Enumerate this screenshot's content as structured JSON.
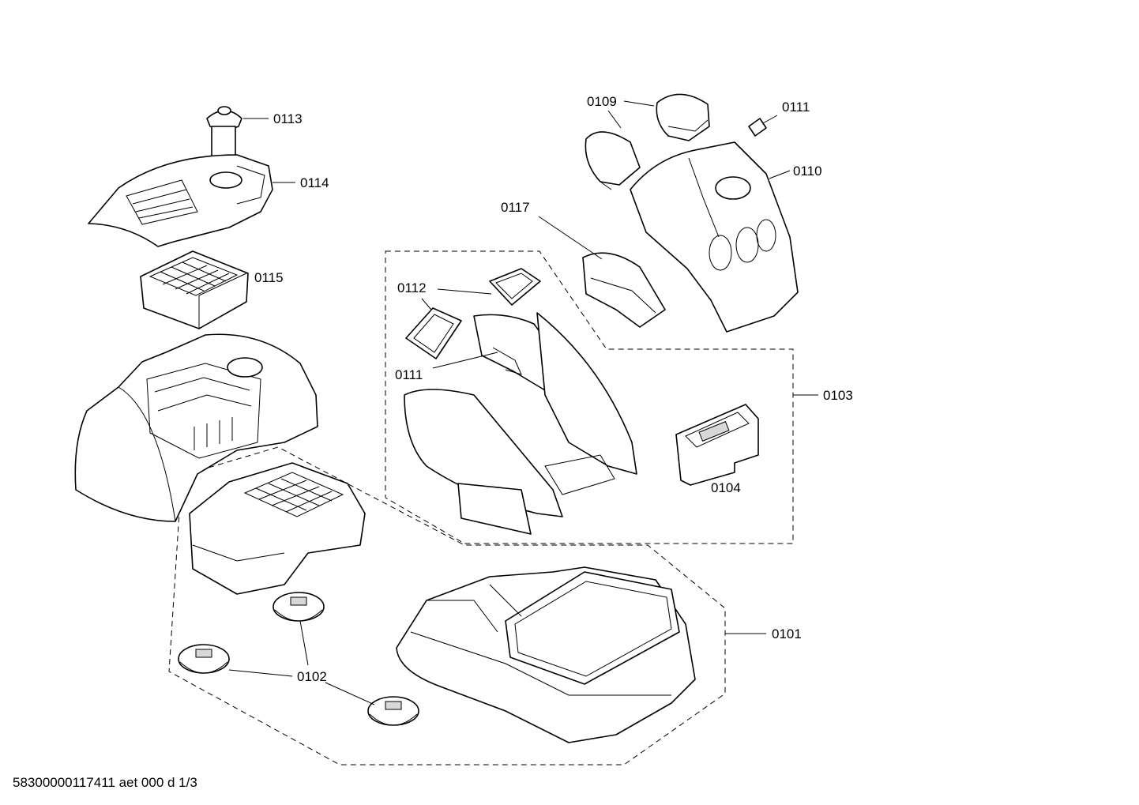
{
  "labels": {
    "p0101": "0101",
    "p0102": "0102",
    "p0103": "0103",
    "p0104": "0104",
    "p0109": "0109",
    "p0110": "0110",
    "p0111a": "0111",
    "p0111b": "0111",
    "p0112": "0112",
    "p0113": "0113",
    "p0114": "0114",
    "p0115": "0115",
    "p0117": "0117"
  },
  "footer": "58300000117411 aet 000 d 1/3"
}
